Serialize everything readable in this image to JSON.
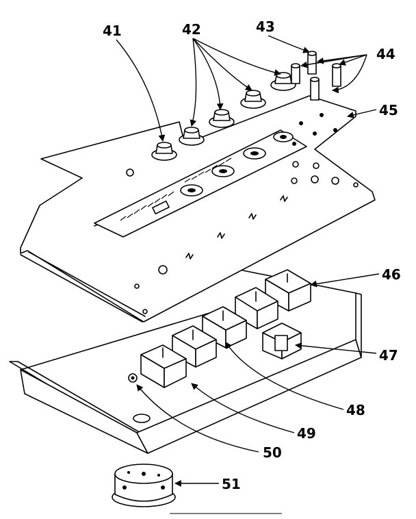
{
  "callouts": {
    "c41": "41",
    "c42": "42",
    "c43": "43",
    "c44": "44",
    "c45": "45",
    "c46": "46",
    "c47": "47",
    "c48": "48",
    "c49": "49",
    "c50": "50",
    "c51": "51"
  }
}
